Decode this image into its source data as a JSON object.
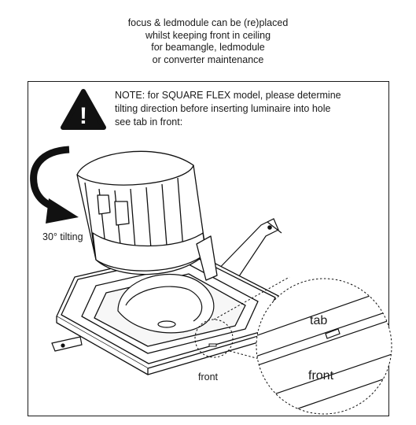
{
  "header": {
    "lines": [
      "focus & ledmodule can be (re)placed",
      "whilst keeping front in ceiling",
      "for beamangle, ledmodule",
      "or converter maintenance"
    ]
  },
  "note": {
    "lines": [
      "NOTE: for SQUARE FLEX model, please determine",
      "tilting direction before inserting luminaire into hole",
      "see tab in front:"
    ]
  },
  "warning_icon": {
    "symbol": "!",
    "icon": "warning-triangle-icon"
  },
  "labels": {
    "tilting": "30° tilting",
    "front_small": "front",
    "tab_zoom": "tab",
    "front_zoom": "front"
  }
}
